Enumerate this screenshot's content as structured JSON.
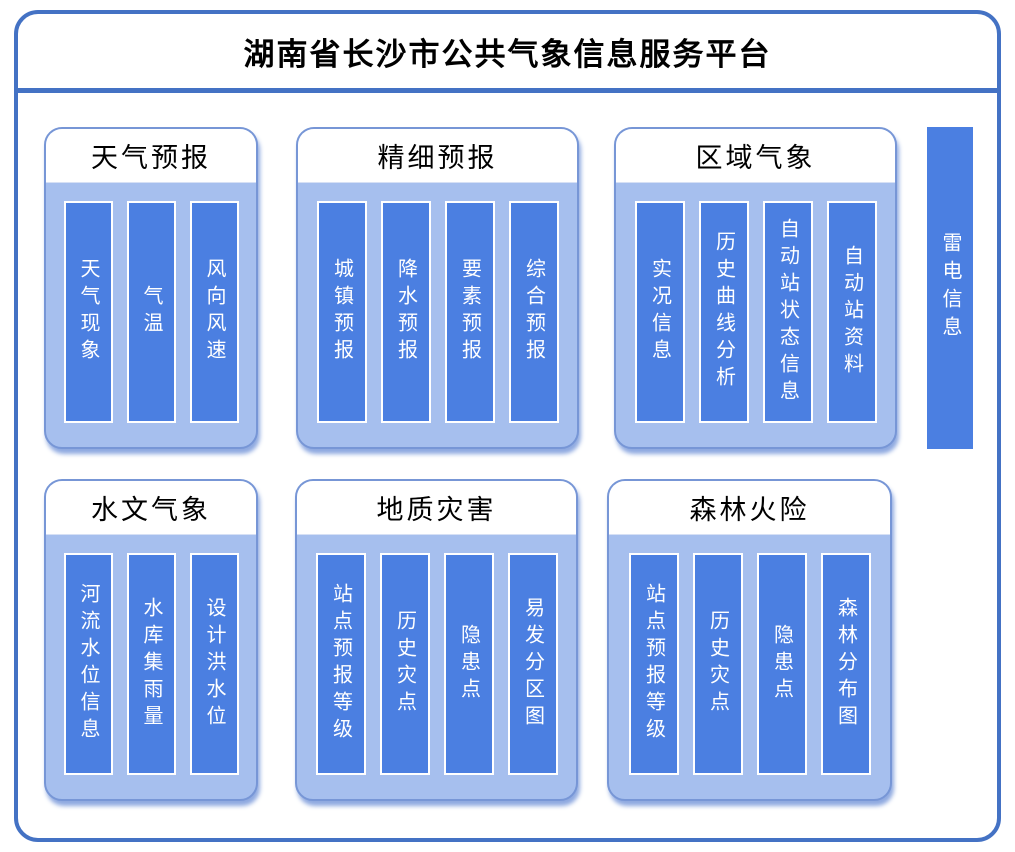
{
  "title": "湖南省长沙市公共气象信息服务平台",
  "panels": [
    {
      "id": "weather-forecast",
      "title": "天气预报",
      "items": [
        "天气现象",
        "气温",
        "风向风速"
      ]
    },
    {
      "id": "fine-forecast",
      "title": "精细预报",
      "items": [
        "城镇预报",
        "降水预报",
        "要素预报",
        "综合预报"
      ]
    },
    {
      "id": "regional-meteorology",
      "title": "区域气象",
      "items": [
        "实况信息",
        "历史曲线分析",
        "自动站状态信息",
        "自动站资料"
      ]
    },
    {
      "id": "hydrology-meteorology",
      "title": "水文气象",
      "items": [
        "河流水位信息",
        "水库集雨量",
        "设计洪水位"
      ]
    },
    {
      "id": "geological-disaster",
      "title": "地质灾害",
      "items": [
        "站点预报等级",
        "历史灾点",
        "隐患点",
        "易发分区图"
      ]
    },
    {
      "id": "forest-fire-risk",
      "title": "森林火险",
      "items": [
        "站点预报等级",
        "历史灾点",
        "隐患点",
        "森林分布图"
      ]
    }
  ],
  "side_bar": {
    "label": "雷电信息"
  },
  "colors": {
    "frame_border": "#4472C4",
    "divider": "#4472C4",
    "panel_border": "#7796D6",
    "panel_background": "#A6BFEE",
    "bar_fill": "#4B7FE1",
    "bar_text": "#FFFFFF",
    "title_text": "#000000"
  }
}
